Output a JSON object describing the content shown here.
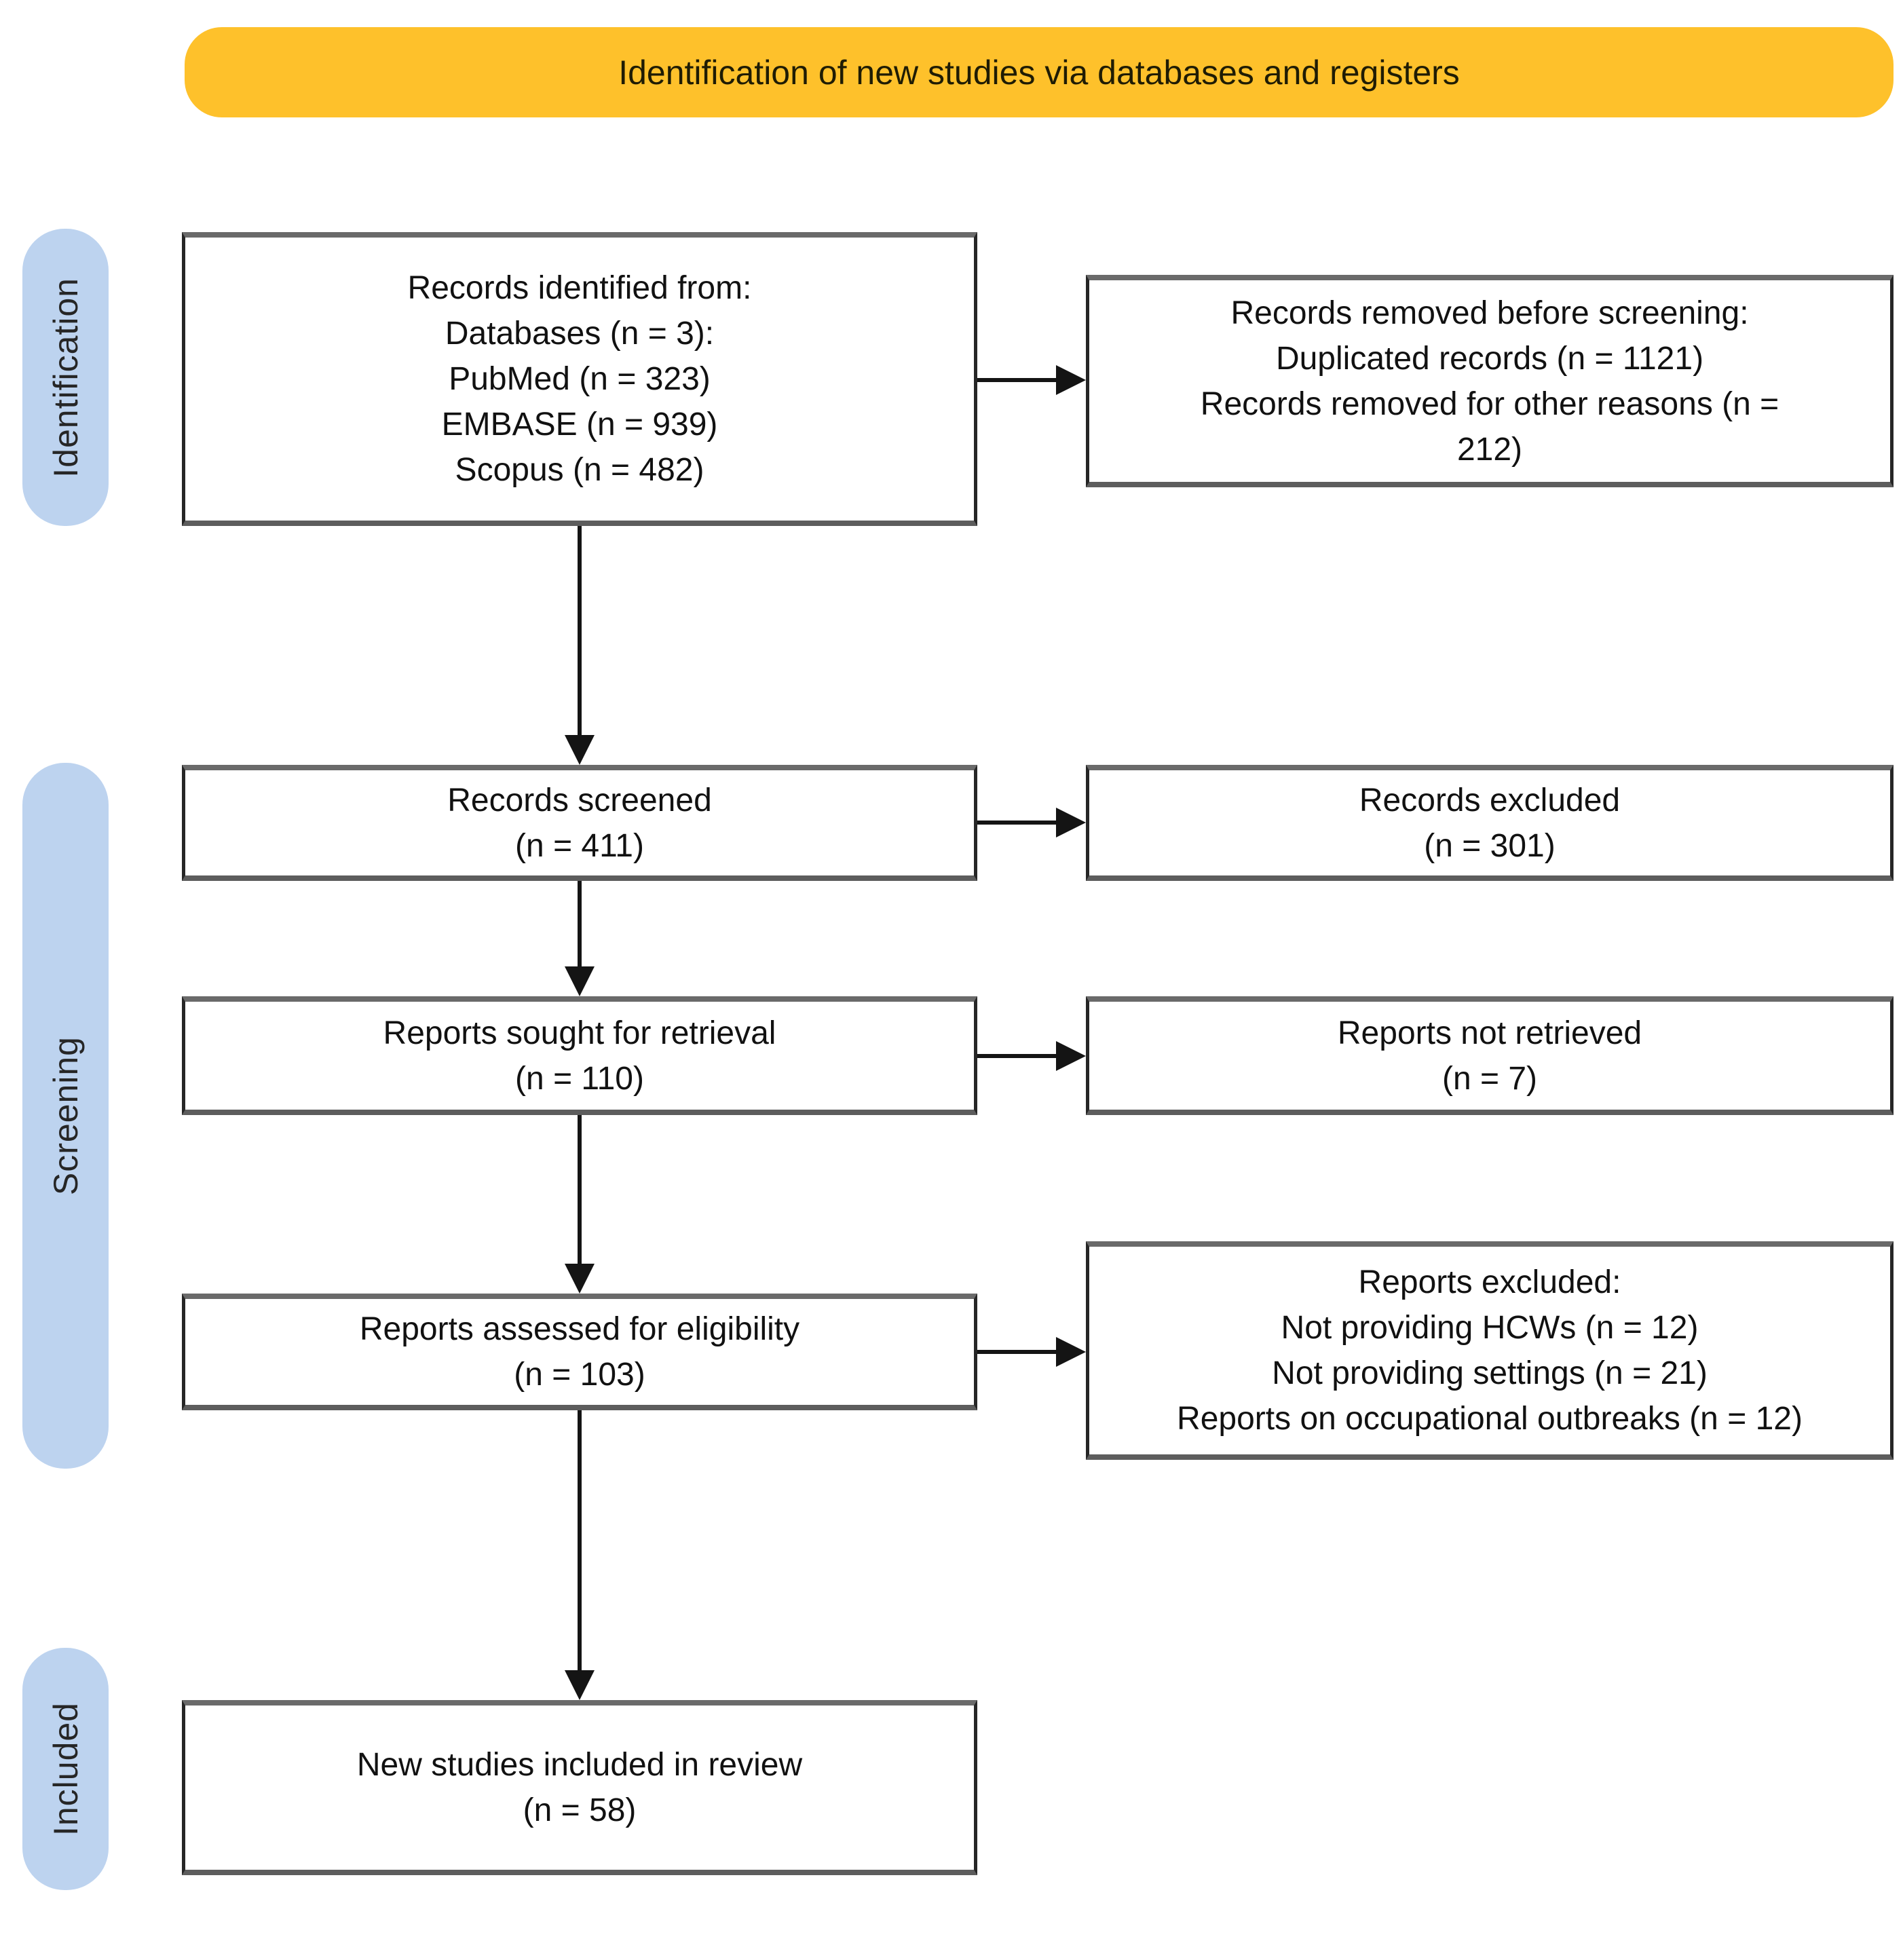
{
  "banner": {
    "title": "Identification of new studies via databases and registers"
  },
  "sidebar": {
    "identification": "Identification",
    "screening": "Screening",
    "included": "Included"
  },
  "boxes": {
    "records_identified": {
      "lines": [
        "Records identified from:",
        "Databases (n = 3):",
        "PubMed (n = 323)",
        "EMBASE (n = 939)",
        "Scopus (n = 482)"
      ]
    },
    "records_removed": {
      "lines": [
        "Records removed before screening:",
        "Duplicated records (n = 1121)",
        "Records removed for other reasons (n =",
        "212)"
      ]
    },
    "records_screened": {
      "lines": [
        "Records screened",
        "(n = 411)"
      ]
    },
    "records_excluded": {
      "lines": [
        "Records excluded",
        "(n = 301)"
      ]
    },
    "reports_sought": {
      "lines": [
        "Reports sought for retrieval",
        "(n = 110)"
      ]
    },
    "reports_not_retrieved": {
      "lines": [
        "Reports not retrieved",
        "(n = 7)"
      ]
    },
    "reports_assessed": {
      "lines": [
        "Reports assessed for eligibility",
        "(n = 103)"
      ]
    },
    "reports_excluded": {
      "lines": [
        "Reports excluded:",
        "Not providing HCWs (n = 12)",
        "Not providing settings (n = 21)",
        "Reports on occupational outbreaks (n = 12)"
      ]
    },
    "new_studies_included": {
      "lines": [
        "New studies included in review",
        "(n = 58)"
      ]
    }
  },
  "colors": {
    "banner_bg": "#FEC12B",
    "stage_pill_bg": "#BDD3EF",
    "box_bg": "#FFFFFF",
    "box_border_side": "#262626",
    "box_border_topbottom": "#6A6A6A",
    "arrow": "#141414",
    "text": "#111111"
  }
}
